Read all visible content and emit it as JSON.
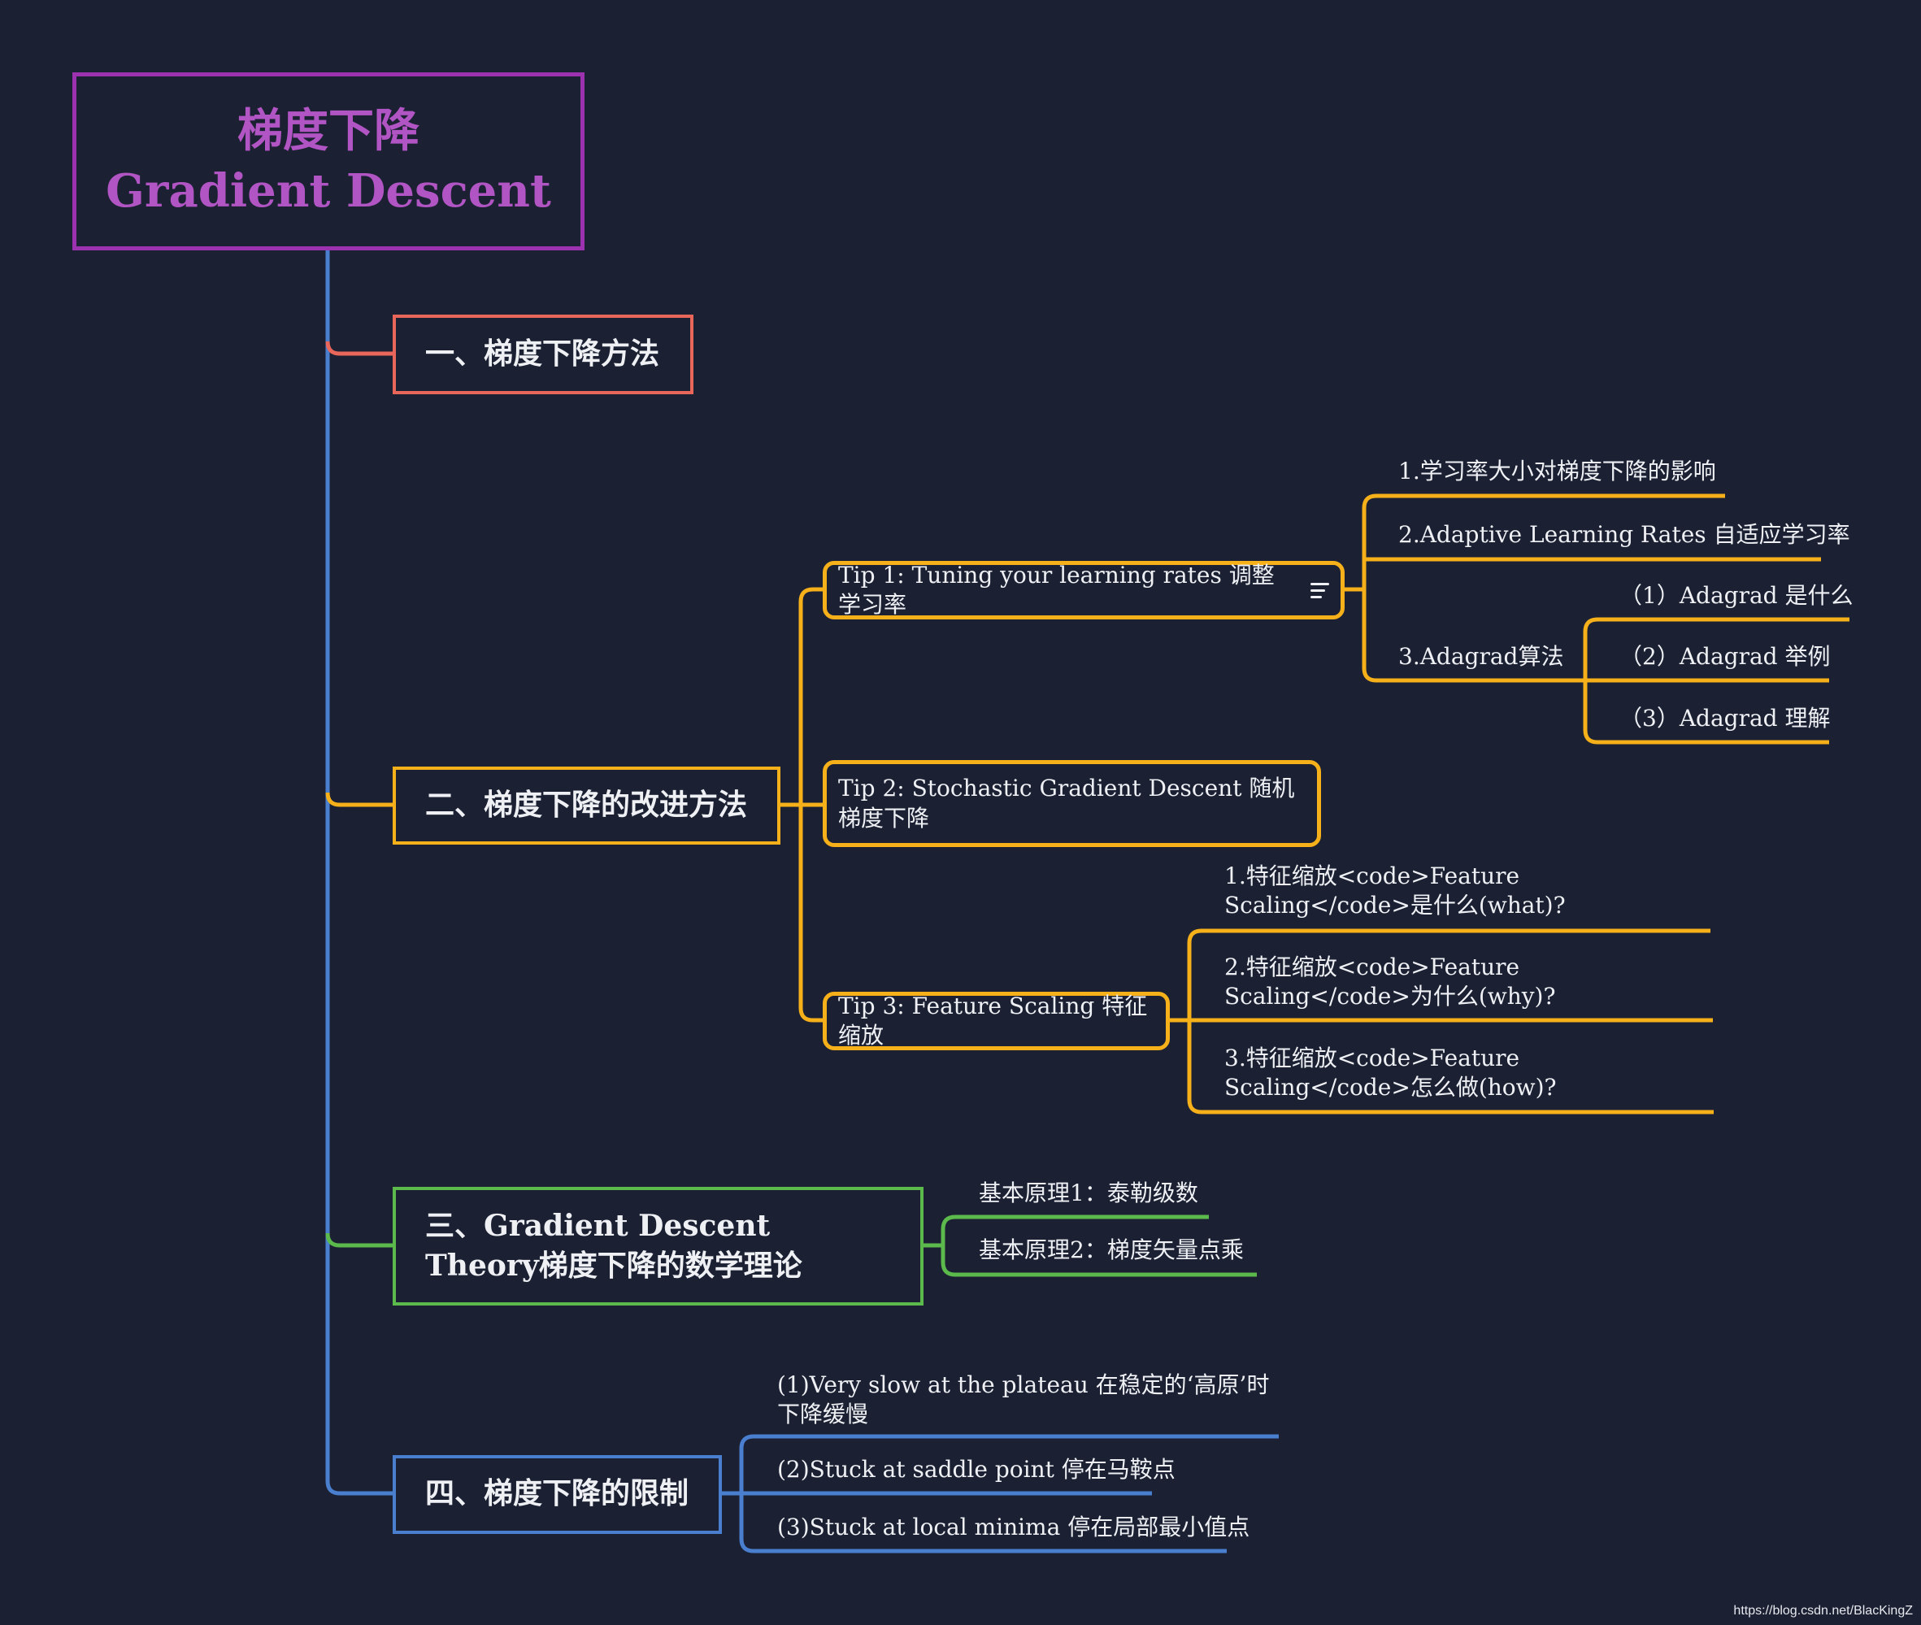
{
  "colors": {
    "background": "#1b2133",
    "root": "#9c32b0",
    "root_text": "#b255c4",
    "sec1": "#e8675a",
    "sec2": "#f6b01a",
    "sec3": "#5cb94c",
    "sec4": "#4a7fd0",
    "trunk": "#4a7fd0"
  },
  "root": {
    "title_cn": "梯度下降",
    "title_en": "Gradient Descent"
  },
  "sections": {
    "s1": {
      "label": "一、梯度下降方法"
    },
    "s2": {
      "label": "二、梯度下降的改进方法",
      "tip1": {
        "label": "Tip 1: Tuning your learning rates 调整学习率",
        "icon": "notes-icon",
        "items": [
          "1.学习率大小对梯度下降的影响",
          "2.Adaptive Learning Rates 自适应学习率",
          "3.Adagrad算法"
        ],
        "adagrad": [
          "（1）Adagrad 是什么",
          "（2）Adagrad 举例",
          "（3）Adagrad 理解"
        ]
      },
      "tip2": {
        "label": "Tip 2: Stochastic Gradient Descent 随机梯度下降"
      },
      "tip3": {
        "label": "Tip 3: Feature Scaling 特征缩放",
        "items": [
          "1.特征缩放<code>Feature Scaling</code>是什么(what)?",
          "2.特征缩放<code>Feature Scaling</code>为什么(why)?",
          "3.特征缩放<code>Feature Scaling</code>怎么做(how)?"
        ]
      }
    },
    "s3": {
      "label": "三、Gradient Descent Theory梯度下降的数学理论",
      "items": [
        "基本原理1：泰勒级数",
        "基本原理2：梯度矢量点乘"
      ]
    },
    "s4": {
      "label": "四、梯度下降的限制",
      "items": [
        "(1)Very slow at the plateau 在稳定的‘高原’时下降缓慢",
        "(2)Stuck at saddle point 停在马鞍点",
        "(3)Stuck at local minima 停在局部最小值点"
      ]
    }
  },
  "watermark": "https://blog.csdn.net/BlacKingZ"
}
